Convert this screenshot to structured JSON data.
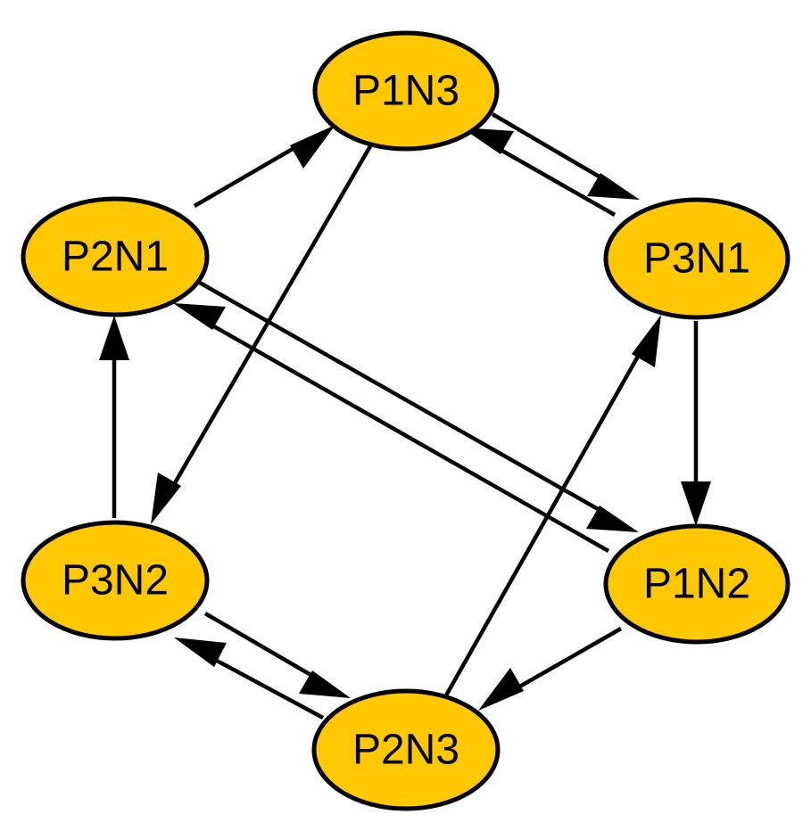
{
  "diagram": {
    "colors": {
      "node_fill": "#FFC800",
      "node_stroke": "#000000",
      "edge": "#000000",
      "background": "#FFFFFF"
    },
    "nodes": [
      {
        "id": "P1N3",
        "label": "P1N3"
      },
      {
        "id": "P2N1",
        "label": "P2N1"
      },
      {
        "id": "P3N1",
        "label": "P3N1"
      },
      {
        "id": "P3N2",
        "label": "P3N2"
      },
      {
        "id": "P1N2",
        "label": "P1N2"
      },
      {
        "id": "P2N3",
        "label": "P2N3"
      }
    ],
    "edges": [
      {
        "from": "P2N1",
        "to": "P1N3"
      },
      {
        "from": "P1N3",
        "to": "P3N1"
      },
      {
        "from": "P3N1",
        "to": "P1N3"
      },
      {
        "from": "P1N3",
        "to": "P3N2"
      },
      {
        "from": "P2N1",
        "to": "P1N2"
      },
      {
        "from": "P1N2",
        "to": "P2N1"
      },
      {
        "from": "P3N1",
        "to": "P1N2"
      },
      {
        "from": "P3N2",
        "to": "P2N1"
      },
      {
        "from": "P2N3",
        "to": "P3N1"
      },
      {
        "from": "P1N2",
        "to": "P2N3"
      },
      {
        "from": "P3N2",
        "to": "P2N3"
      },
      {
        "from": "P2N3",
        "to": "P3N2"
      }
    ]
  }
}
